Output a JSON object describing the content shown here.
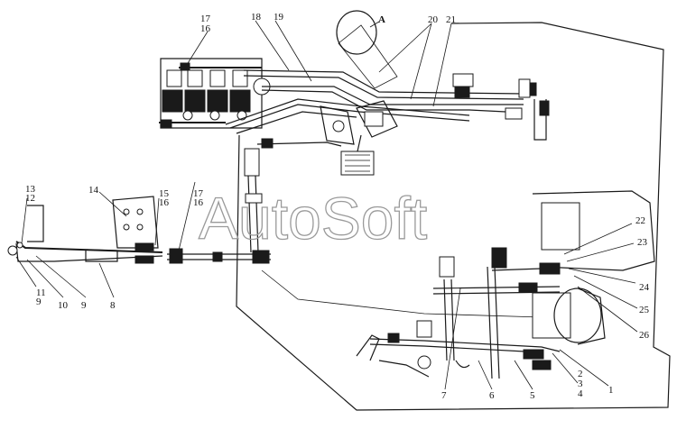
{
  "watermark": "AutoSoft",
  "callouts": {
    "c1": "1",
    "c2": "2",
    "c3": "3",
    "c4": "4",
    "c5": "5",
    "c6": "6",
    "c7": "7",
    "c8": "8",
    "c9a": "9",
    "c9b": "9",
    "c10": "10",
    "c11": "11",
    "c12": "12",
    "c13": "13",
    "c14": "14",
    "c15": "15",
    "c16a": "16",
    "c16b": "16",
    "c16c": "16",
    "c17a": "17",
    "c17b": "17",
    "c18": "18",
    "c19": "19",
    "c20": "20",
    "c21": "21",
    "c22": "22",
    "c23": "23",
    "c24": "24",
    "c25": "25",
    "c26": "26",
    "cA": "A"
  },
  "colors": {
    "ink": "#1a1a1a",
    "watermark": "#9a9a9a",
    "background": "#ffffff"
  }
}
